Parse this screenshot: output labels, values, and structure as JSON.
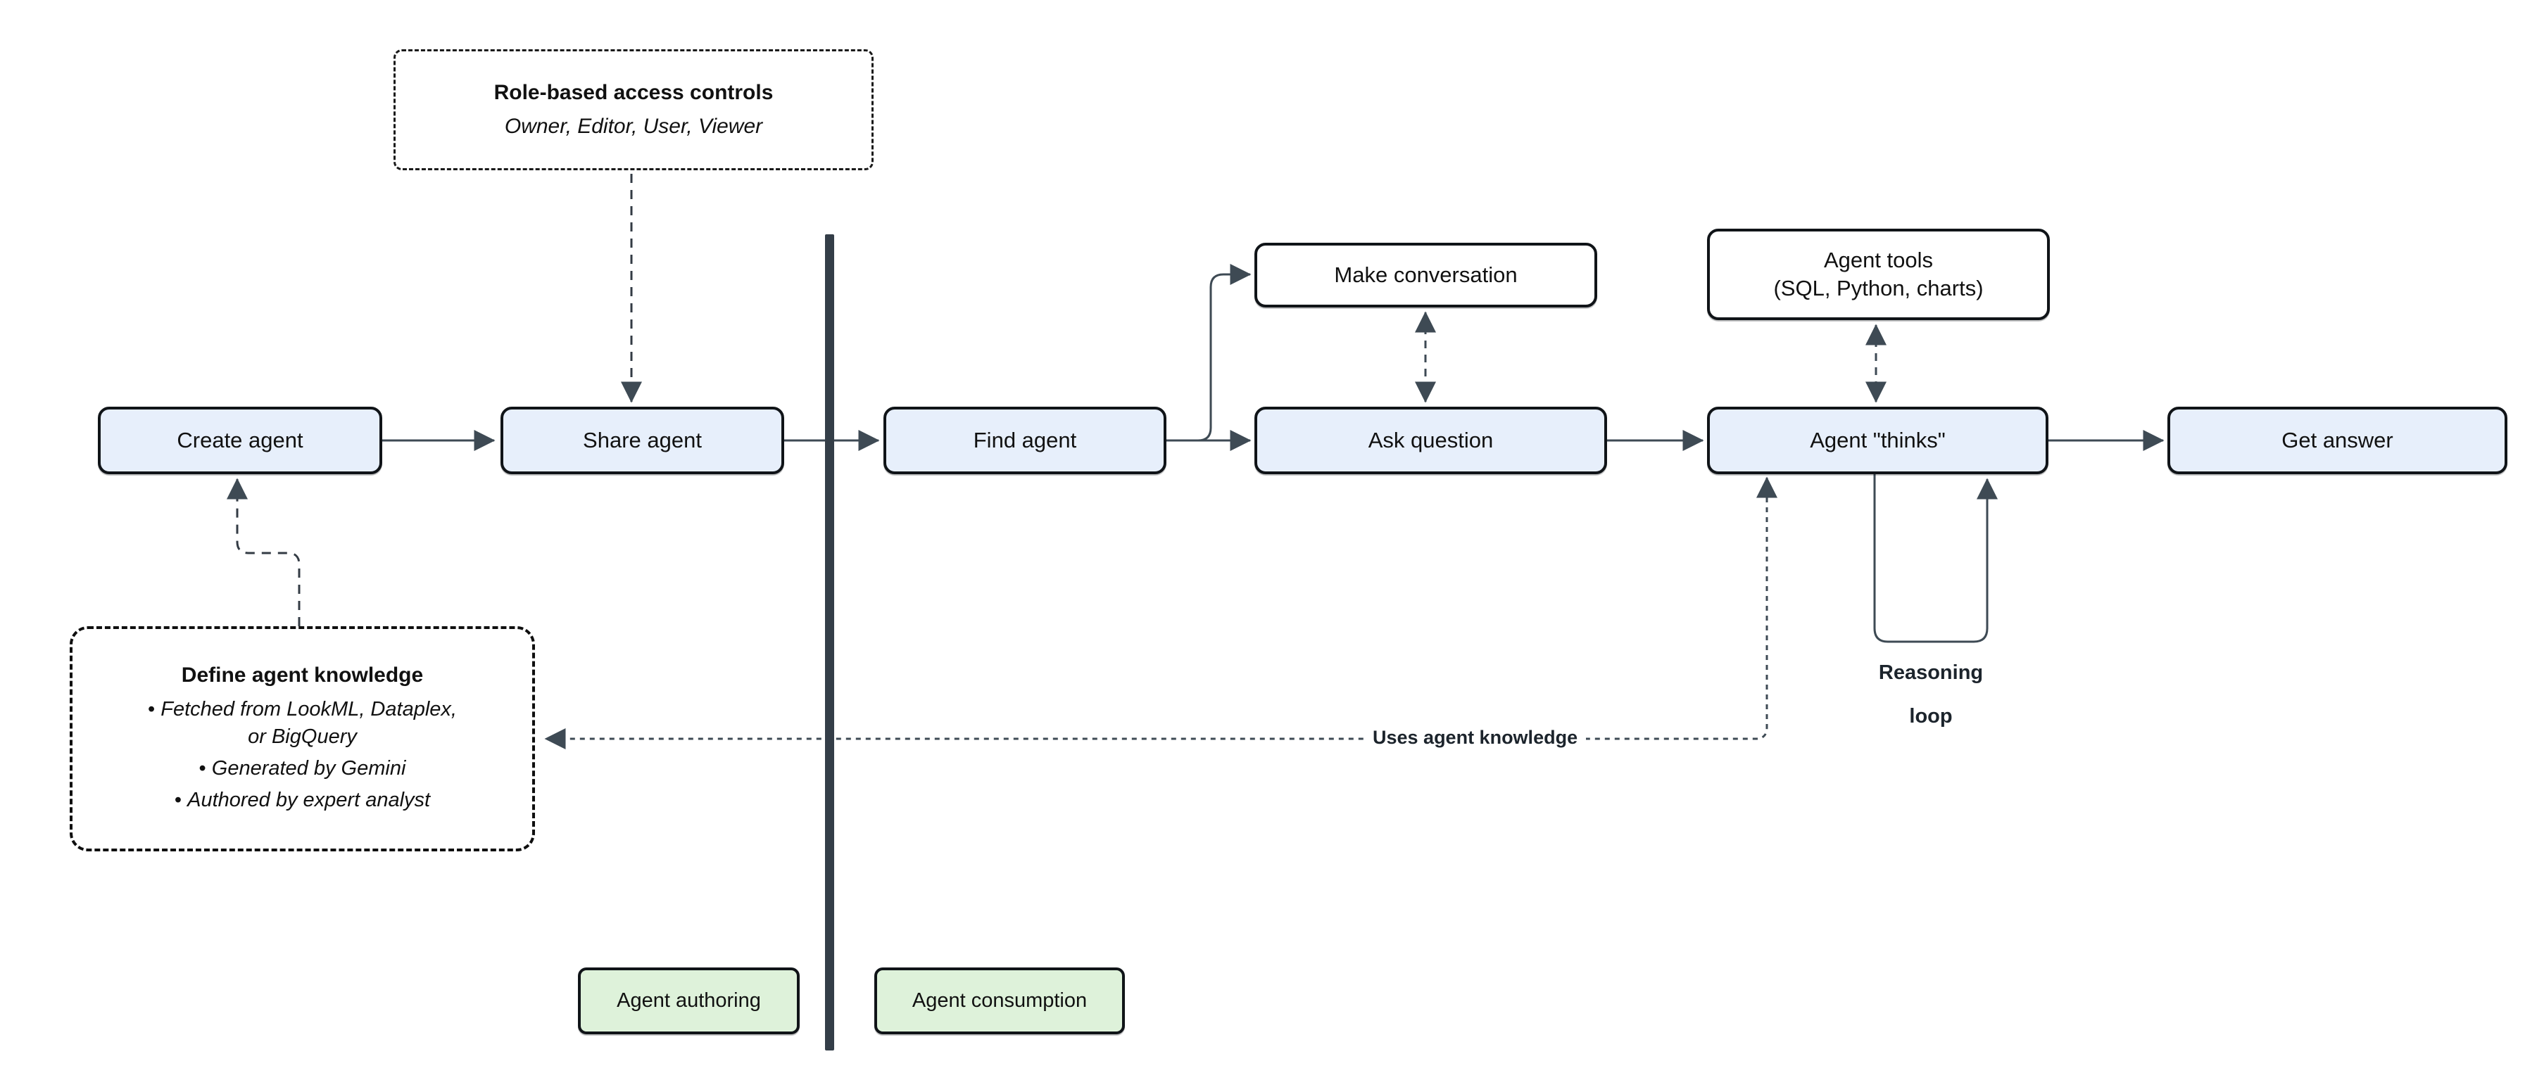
{
  "diagram": {
    "nodes": {
      "create_agent": "Create agent",
      "share_agent": "Share agent",
      "find_agent": "Find agent",
      "make_conversation": "Make conversation",
      "ask_question": "Ask question",
      "agent_tools": "Agent tools\n(SQL, Python, charts)",
      "agent_thinks": "Agent \"thinks\"",
      "get_answer": "Get answer"
    },
    "annotations": {
      "role_access_title": "Role-based access controls",
      "role_access_roles": "Owner, Editor, User, Viewer",
      "define_knowledge_title": "Define agent knowledge",
      "define_knowledge_bullets": [
        "Fetched from LookML, Dataplex,\nor BigQuery",
        "Generated by Gemini",
        "Authored by expert analyst"
      ],
      "reasoning_loop": "Reasoning\nloop",
      "uses_agent_knowledge": "Uses agent knowledge"
    },
    "zones": {
      "authoring": "Agent authoring",
      "consumption": "Agent consumption"
    },
    "colors": {
      "process_fill": "#e7effb",
      "plain_fill": "#ffffff",
      "zone_fill": "#def2da",
      "box_border": "#101418",
      "connector": "#3e4a54",
      "divider": "#343e48",
      "text": "#111111"
    }
  }
}
